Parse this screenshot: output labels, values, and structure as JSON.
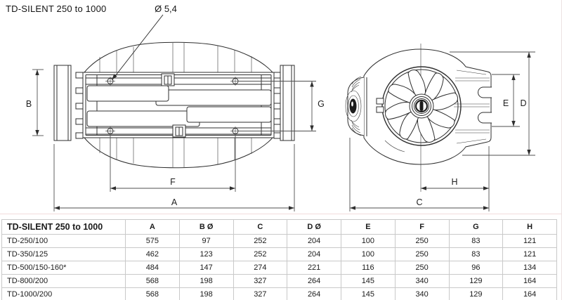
{
  "page": {
    "title": "TD-SILENT 250 to 1000"
  },
  "drawing": {
    "hole_callout": "Ø 5,4",
    "labels": {
      "A": "A",
      "B": "B",
      "C": "C",
      "D": "D",
      "E": "E",
      "F": "F",
      "G": "G",
      "H": "H"
    }
  },
  "table": {
    "title": "TD-SILENT  250 to 1000",
    "columns": [
      "A",
      "B Ø",
      "C",
      "D Ø",
      "E",
      "F",
      "G",
      "H"
    ],
    "rows": [
      {
        "model": "TD-250/100",
        "values": [
          "575",
          "97",
          "252",
          "204",
          "100",
          "250",
          "83",
          "121"
        ]
      },
      {
        "model": "TD-350/125",
        "values": [
          "462",
          "123",
          "252",
          "204",
          "100",
          "250",
          "83",
          "121"
        ]
      },
      {
        "model": "TD-500/150-160*",
        "values": [
          "484",
          "147",
          "274",
          "221",
          "116",
          "250",
          "96",
          "134"
        ]
      },
      {
        "model": "TD-800/200",
        "values": [
          "568",
          "198",
          "327",
          "264",
          "145",
          "340",
          "129",
          "164"
        ]
      },
      {
        "model": "TD-1000/200",
        "values": [
          "568",
          "198",
          "327",
          "264",
          "145",
          "340",
          "129",
          "164"
        ]
      }
    ]
  },
  "colors": {
    "line": "#2f2f2f",
    "dimension_line": "#4f4f4f",
    "table_border": "#c9c9c9",
    "accent_separator": "#f2dcdc"
  }
}
